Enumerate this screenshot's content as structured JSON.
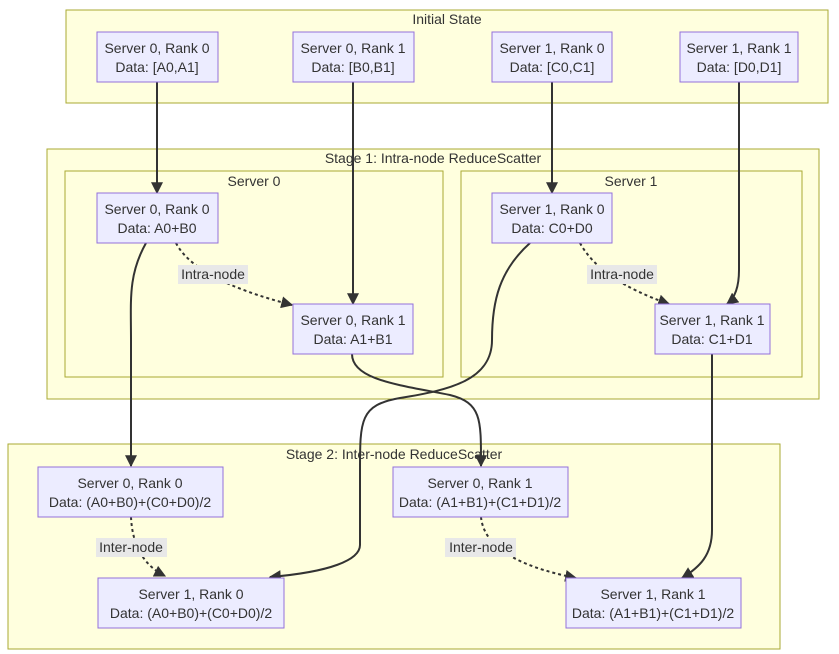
{
  "clusters": {
    "initial": "Initial State",
    "stage1": "Stage 1: Intra-node ReduceScatter",
    "server0": "Server 0",
    "server1": "Server 1",
    "stage2": "Stage 2: Inter-node ReduceScatter"
  },
  "nodes": {
    "init_s0r0": {
      "title": "Server 0, Rank 0",
      "data": "Data: [A0,A1]"
    },
    "init_s0r1": {
      "title": "Server 0, Rank 1",
      "data": "Data: [B0,B1]"
    },
    "init_s1r0": {
      "title": "Server 1, Rank 0",
      "data": "Data: [C0,C1]"
    },
    "init_s1r1": {
      "title": "Server 1, Rank 1",
      "data": "Data: [D0,D1]"
    },
    "st1_s0r0": {
      "title": "Server 0, Rank 0",
      "data": "Data: A0+B0"
    },
    "st1_s0r1": {
      "title": "Server 0, Rank 1",
      "data": "Data: A1+B1"
    },
    "st1_s1r0": {
      "title": "Server 1, Rank 0",
      "data": "Data: C0+D0"
    },
    "st1_s1r1": {
      "title": "Server 1, Rank 1",
      "data": "Data: C1+D1"
    },
    "st2_s0r0": {
      "title": "Server 0, Rank 0",
      "data": "Data: (A0+B0)+(C0+D0)/2"
    },
    "st2_s0r1": {
      "title": "Server 0, Rank 1",
      "data": "Data: (A1+B1)+(C1+D1)/2"
    },
    "st2_s1r0": {
      "title": "Server 1, Rank 0",
      "data": "Data: (A0+B0)+(C0+D0)/2"
    },
    "st2_s1r1": {
      "title": "Server 1, Rank 1",
      "data": "Data: (A1+B1)+(C1+D1)/2"
    }
  },
  "edge_labels": {
    "intra0": "Intra-node",
    "intra1": "Intra-node",
    "inter0": "Inter-node",
    "inter1": "Inter-node"
  },
  "colors": {
    "cluster_fill": "#ffffde",
    "cluster_stroke": "#aaaa33",
    "node_fill": "#ececff",
    "node_stroke": "#9370db",
    "edge": "#333333",
    "label_bg": "#e8e8e8"
  }
}
